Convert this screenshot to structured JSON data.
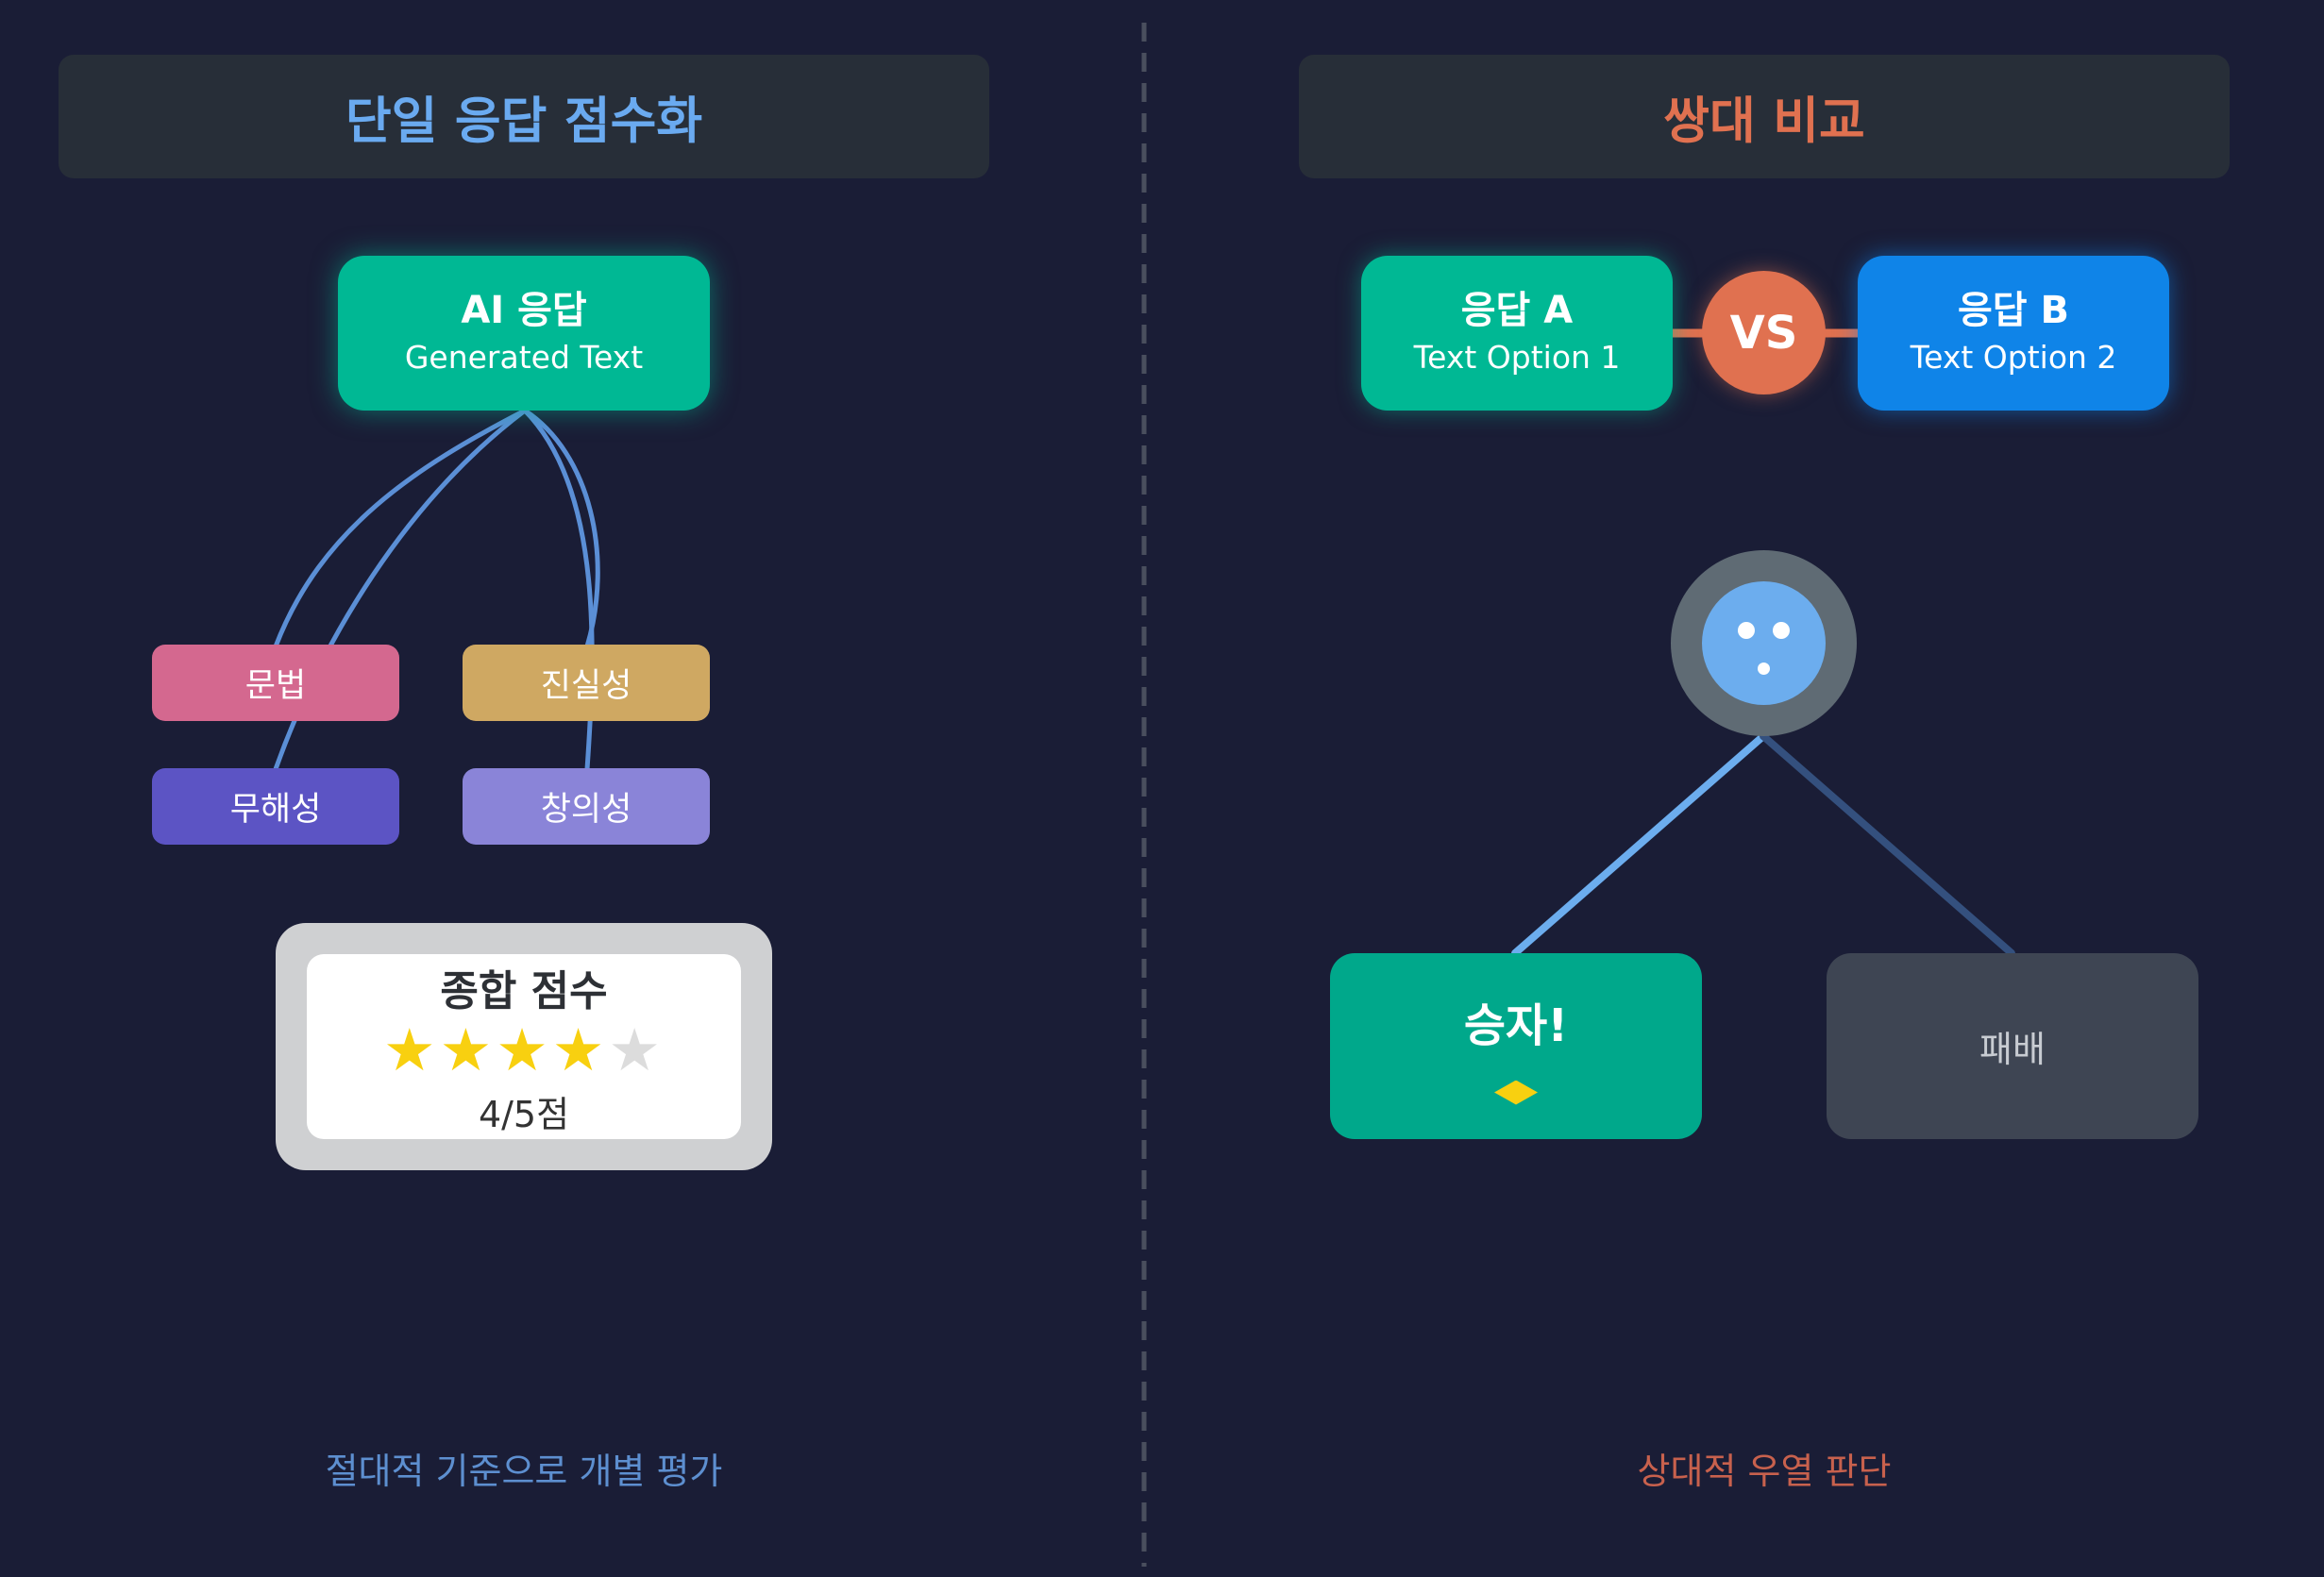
{
  "colors": {
    "background": "#1a1d36",
    "left_accent": "#6aaaf0",
    "right_accent": "#e07150",
    "left_caption": "#5d8fd0",
    "right_caption": "#c8614d",
    "divider": "#4a4f5e"
  },
  "left": {
    "title": "단일 응답 점수화",
    "response": {
      "title": "AI 응답",
      "subtitle": "Generated Text"
    },
    "criteria": [
      {
        "label": "문법",
        "color": "#d4688f"
      },
      {
        "label": "진실성",
        "color": "#cfa862"
      },
      {
        "label": "무해성",
        "color": "#5c54c4"
      },
      {
        "label": "창의성",
        "color": "#8a84d8"
      }
    ],
    "score": {
      "title": "종합 점수",
      "stars_total": 5,
      "stars_filled": 4,
      "value": "4/5점"
    },
    "caption": "절대적 기준으로 개별 평가"
  },
  "right": {
    "title": "쌍대 비교",
    "option_a": {
      "title": "응답 A",
      "subtitle": "Text Option 1",
      "color": "#00b894"
    },
    "vs_label": "VS",
    "option_b": {
      "title": "응답 B",
      "subtitle": "Text Option 2",
      "color": "#0f84e8"
    },
    "judge_icon": "face-icon",
    "winner": {
      "label": "승자!",
      "icon": "diamond-icon",
      "color": "#00a88b"
    },
    "loser": {
      "label": "패배",
      "color": "#3e4553"
    },
    "caption": "상대적 우열 판단"
  }
}
